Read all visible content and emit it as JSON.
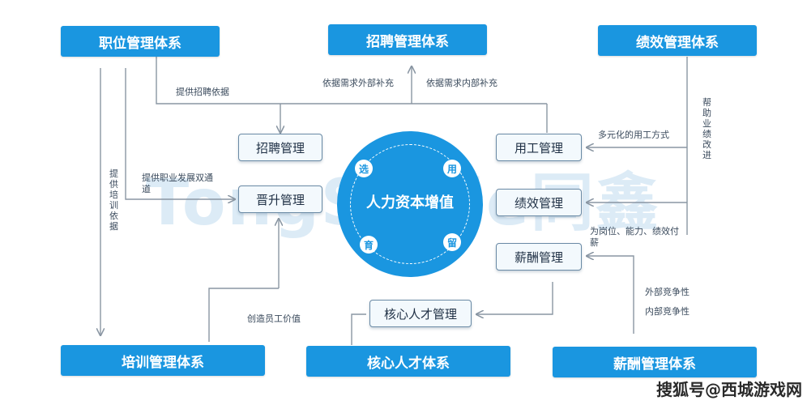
{
  "watermark": "TongShiJie同鑫",
  "corner_logo": "搜狐号@西城游戏网",
  "systems": {
    "position": "职位管理体系",
    "recruiting": "招聘管理体系",
    "performance": "绩效管理体系",
    "training": "培训管理体系",
    "core_talent": "核心人才体系",
    "compensation": "薪酬管理体系"
  },
  "modules": {
    "recruiting": "招聘管理",
    "promotion": "晋升管理",
    "employment": "用工管理",
    "performance": "绩效管理",
    "compensation": "薪酬管理",
    "core_talent": "核心人才管理"
  },
  "hub": {
    "title": "人力资本增值",
    "nodes": [
      "选",
      "用",
      "留",
      "育"
    ]
  },
  "labels": {
    "recruit_basis": "提供招聘依据",
    "external_supplement": "依据需求外部补充",
    "internal_supplement": "依据需求内部补充",
    "career_channel": "提供职业发展双通道",
    "training_basis": "提供培训依据",
    "business_improve": "帮助业绩改进",
    "diverse_employment": "多元化的用工方式",
    "pay_for": "为岗位、能力、绩效付薪",
    "external_competitive": "外部竞争性",
    "internal_competitive": "内部竞争性",
    "create_value": "创造员工价值"
  },
  "colors": {
    "system_blue": "#1a96e0",
    "line_gray": "#8a96a3",
    "module_border": "#6a8aa5"
  }
}
